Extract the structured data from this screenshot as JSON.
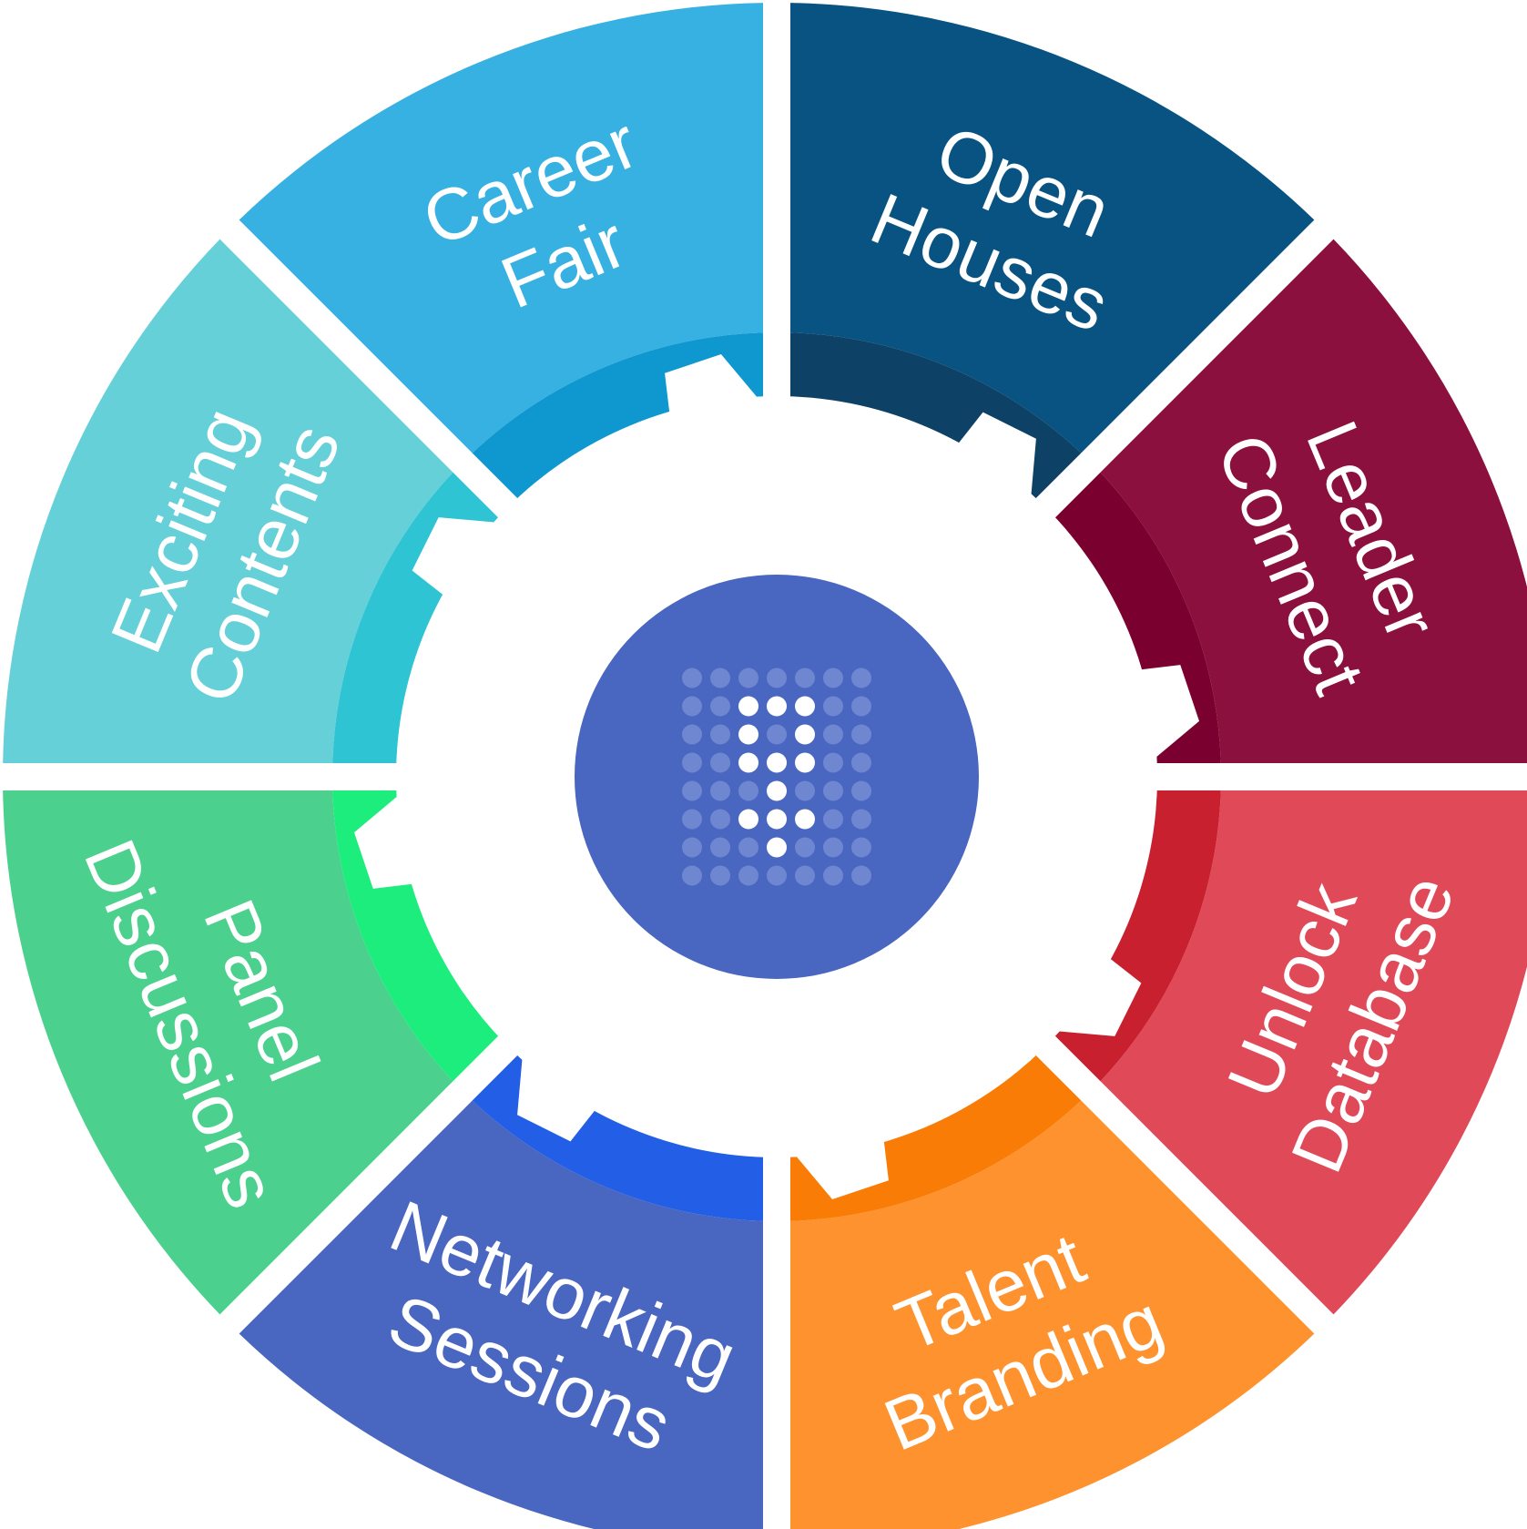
{
  "segments": [
    {
      "id": "open-houses",
      "lines": [
        "Open",
        "Houses"
      ],
      "outer_color": "#085381",
      "inner_color": "#0d4166"
    },
    {
      "id": "leader-connect",
      "lines": [
        "Leader",
        "Connect"
      ],
      "outer_color": "#8c103d",
      "inner_color": "#7a002f"
    },
    {
      "id": "unlock-database",
      "lines": [
        "Unlock",
        "Database"
      ],
      "outer_color": "#e04a58",
      "inner_color": "#c8202f"
    },
    {
      "id": "talent-branding",
      "lines": [
        "Talent",
        "Branding"
      ],
      "outer_color": "#fd922e",
      "inner_color": "#f97c07"
    },
    {
      "id": "networking-sessions",
      "lines": [
        "Networking",
        "Sessions"
      ],
      "outer_color": "#4966c0",
      "inner_color": "#225ee6"
    },
    {
      "id": "panel-discussions",
      "lines": [
        "Panel",
        "Discussions"
      ],
      "outer_color": "#4bd08d",
      "inner_color": "#1ded7d"
    },
    {
      "id": "exciting-contents",
      "lines": [
        "Exciting",
        "Contents"
      ],
      "outer_color": "#66d0d9",
      "inner_color": "#2ec4d3"
    },
    {
      "id": "career-fair",
      "lines": [
        "Career",
        "Fair"
      ],
      "outer_color": "#37b0e2",
      "inner_color": "#0f98d0"
    }
  ],
  "hub": {
    "color": "#4966c0",
    "logo_dot_color": "#ffffff",
    "grid_dot_color": "#6f86d0"
  }
}
